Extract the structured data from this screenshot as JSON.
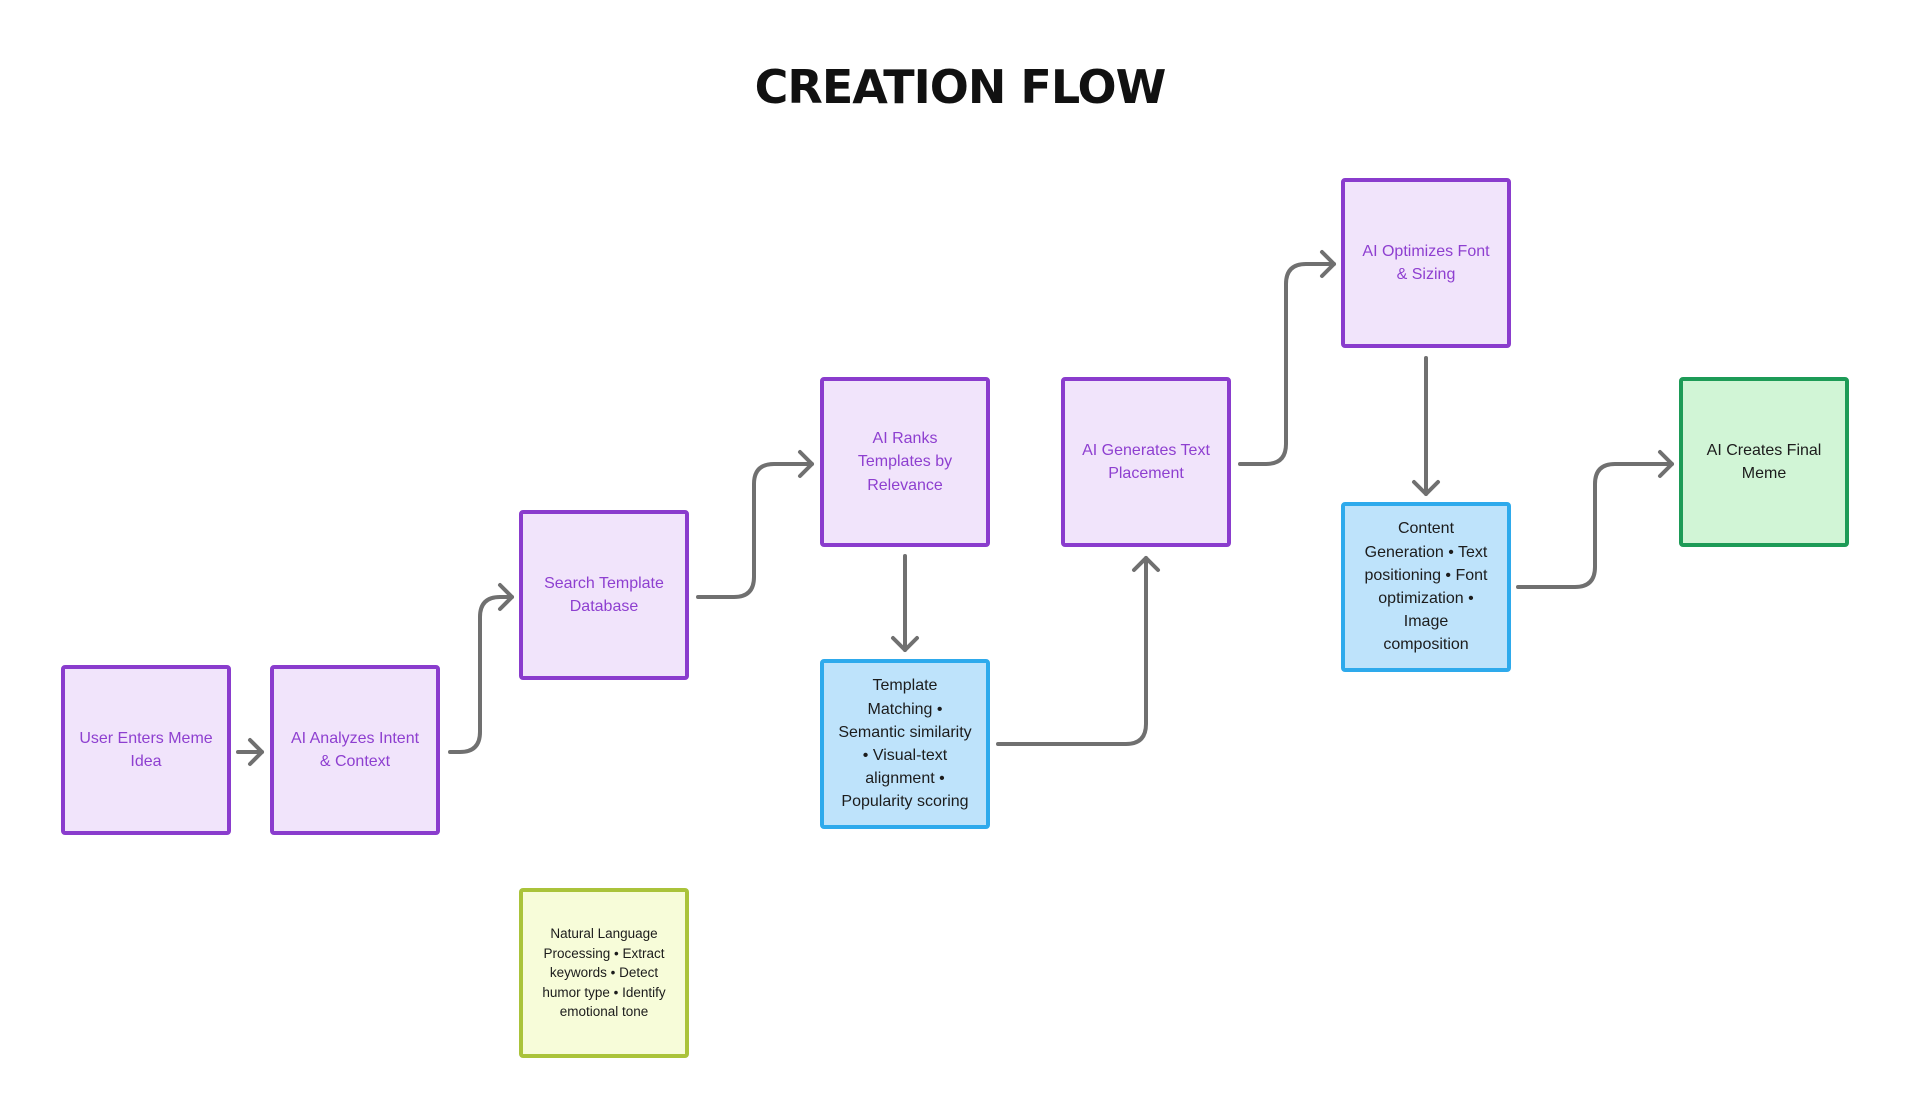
{
  "title": "CREATION FLOW",
  "colors": {
    "step_fill": "#f1e4fb",
    "step_border": "#8a3ccd",
    "step_text": "#8e3fd0",
    "detail_fill": "#bee3fb",
    "detail_border": "#2eaaec",
    "final_fill": "#d1f5d6",
    "final_border": "#1d9b57",
    "note_fill": "#f7fcd9",
    "note_border": "#aac33a",
    "connector": "#707070"
  },
  "nodes": {
    "user_enters": "User Enters Meme Idea",
    "ai_analyzes": "AI Analyzes Intent & Context",
    "search_template": "Search Template Database",
    "ai_ranks": "AI Ranks Templates by Relevance",
    "template_matching": "Template Matching • Semantic similarity • Visual-text alignment • Popularity scoring",
    "ai_generates_text": "AI Generates Text Placement",
    "ai_optimizes_font": "AI Optimizes Font & Sizing",
    "content_generation": "Content Generation • Text positioning • Font optimization • Image composition",
    "ai_creates_final": "AI Creates Final Meme",
    "nlp_note": "Natural Language Processing • Extract keywords • Detect humor type • Identify emotional tone"
  },
  "edges": [
    {
      "from": "user_enters",
      "to": "ai_analyzes"
    },
    {
      "from": "ai_analyzes",
      "to": "search_template"
    },
    {
      "from": "search_template",
      "to": "ai_ranks"
    },
    {
      "from": "ai_ranks",
      "to": "template_matching"
    },
    {
      "from": "template_matching",
      "to": "ai_generates_text"
    },
    {
      "from": "ai_generates_text",
      "to": "ai_optimizes_font"
    },
    {
      "from": "ai_optimizes_font",
      "to": "content_generation"
    },
    {
      "from": "content_generation",
      "to": "ai_creates_final"
    }
  ]
}
